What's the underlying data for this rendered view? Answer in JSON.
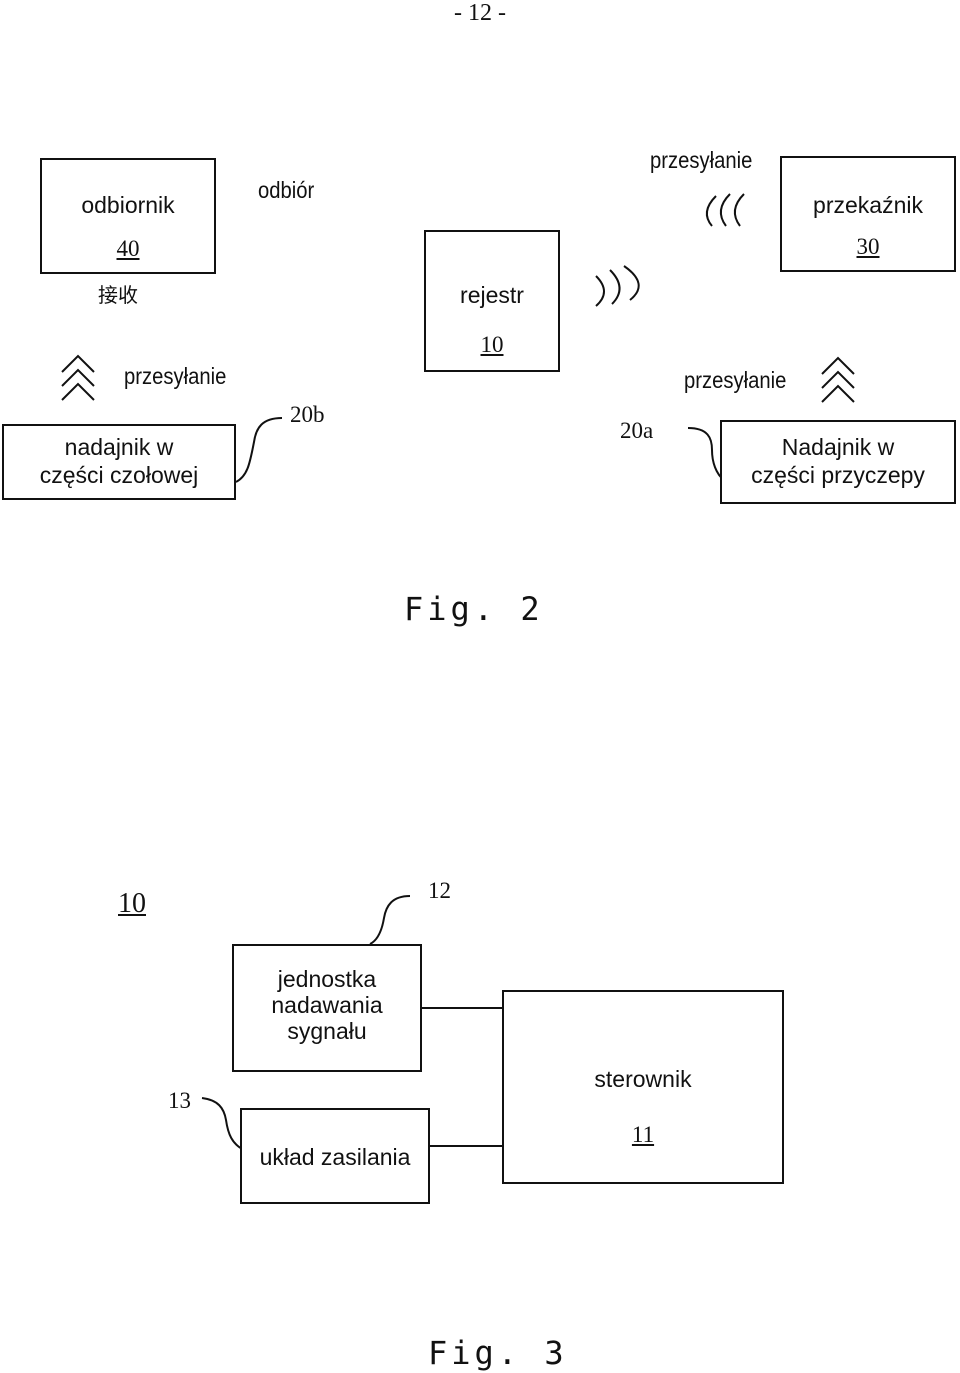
{
  "page_number": "- 12 -",
  "fig2": {
    "receiver": {
      "label": "odbiornik",
      "number": "40"
    },
    "receive_label": "odbiór",
    "receive_label_cjk": "接收",
    "register": {
      "label": "rejestr",
      "number": "10"
    },
    "relay": {
      "label": "przekaźnik",
      "number": "30"
    },
    "transmit_label_top": "przesyłanie",
    "transmit_label_left": "przesyłanie",
    "transmit_label_right": "przesyłanie",
    "head_transmitter": {
      "label_line1": "nadajnik w",
      "label_line2": "części czołowej"
    },
    "trailer_transmitter": {
      "label_line1": "Nadajnik w",
      "label_line2": "części przyczepy"
    },
    "ref_20b": "20b",
    "ref_20a": "20a",
    "caption": "Fig. 2"
  },
  "fig3": {
    "ref_device": "10",
    "signal_unit": {
      "line1": "jednostka",
      "line2": "nadawania",
      "line3": "sygnału"
    },
    "ref_12": "12",
    "power_supply": {
      "label": "układ zasilania"
    },
    "ref_13": "13",
    "controller": {
      "label": "sterownik",
      "number": "11"
    },
    "caption": "Fig. 3"
  },
  "icons": {
    "signal_up": "signal-up-icon",
    "signal_left": "signal-left-icon",
    "signal_right": "signal-right-icon"
  }
}
